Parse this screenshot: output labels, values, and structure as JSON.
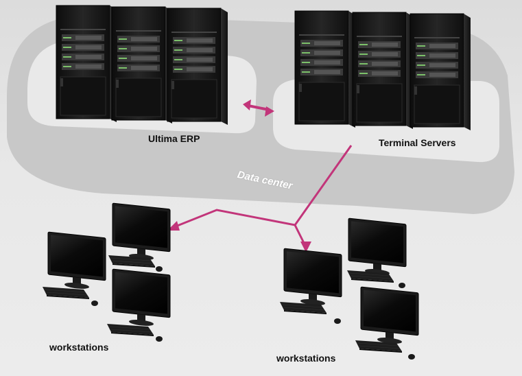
{
  "diagram": {
    "groups": {
      "erp": {
        "label": "Ultima ERP",
        "server_count": 3
      },
      "terminal": {
        "label": "Terminal Servers",
        "server_count": 3
      },
      "datacenter": {
        "label": "Data center"
      }
    },
    "workstation_groups": [
      {
        "label": "workstations",
        "count": 3
      },
      {
        "label": "workstations",
        "count": 3
      }
    ],
    "colors": {
      "link": "#c2357a",
      "zone": "#c4c4c4",
      "zone_inner": "#e6e6e6",
      "server_body": "#1a1a1a",
      "monitor_screen": "#0c0c0c"
    }
  }
}
